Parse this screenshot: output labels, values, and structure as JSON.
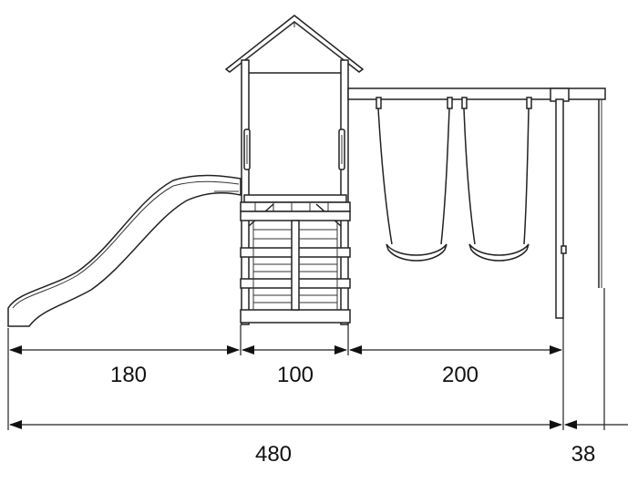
{
  "dimensions": {
    "slide_length": "180",
    "tower_width": "100",
    "swing_width": "200",
    "total_length": "480",
    "swing_leg_offset": "38"
  }
}
